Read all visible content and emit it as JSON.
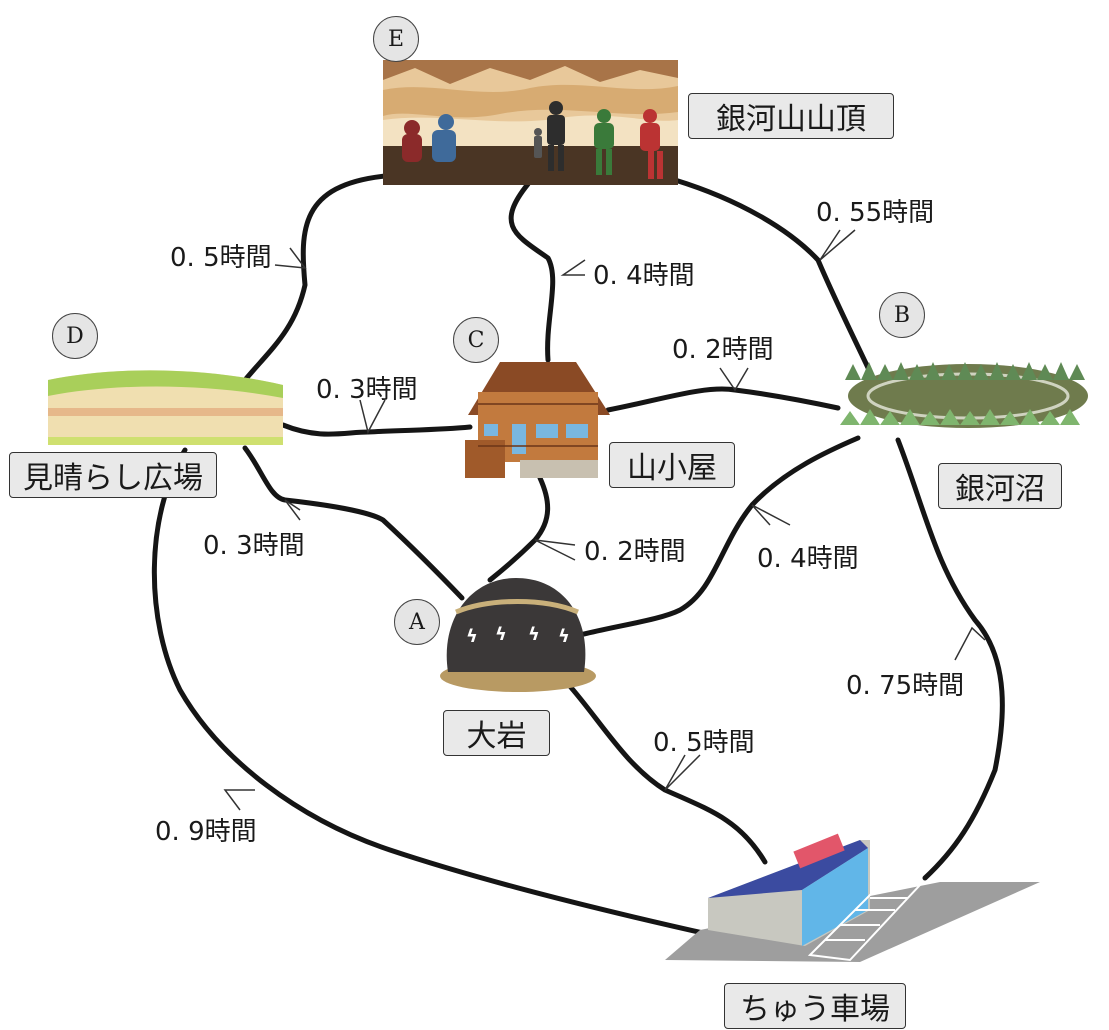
{
  "places": {
    "summit": "銀河山山頂",
    "marsh": "銀河沼",
    "hut": "山小屋",
    "plaza": "見晴らし広場",
    "rock": "大岩",
    "parking": "ちゅう車場"
  },
  "markers": {
    "a": "A",
    "b": "B",
    "c": "C",
    "d": "D",
    "e": "E"
  },
  "routes": {
    "summit_plaza": "0. 5時間",
    "summit_hut": "0. 4時間",
    "summit_marsh": "0. 55時間",
    "plaza_hut": "0. 3時間",
    "hut_marsh": "0. 2時間",
    "plaza_rock": "0. 3時間",
    "hut_rock": "0. 2時間",
    "rock_marsh": "0. 4時間",
    "marsh_parking": "0. 75時間",
    "rock_parking": "0. 5時間",
    "plaza_parking": "0. 9時間"
  },
  "colors": {
    "path": "#151515",
    "label_fill": "#e9e9e9",
    "marker_fill": "#e5e5e5"
  }
}
